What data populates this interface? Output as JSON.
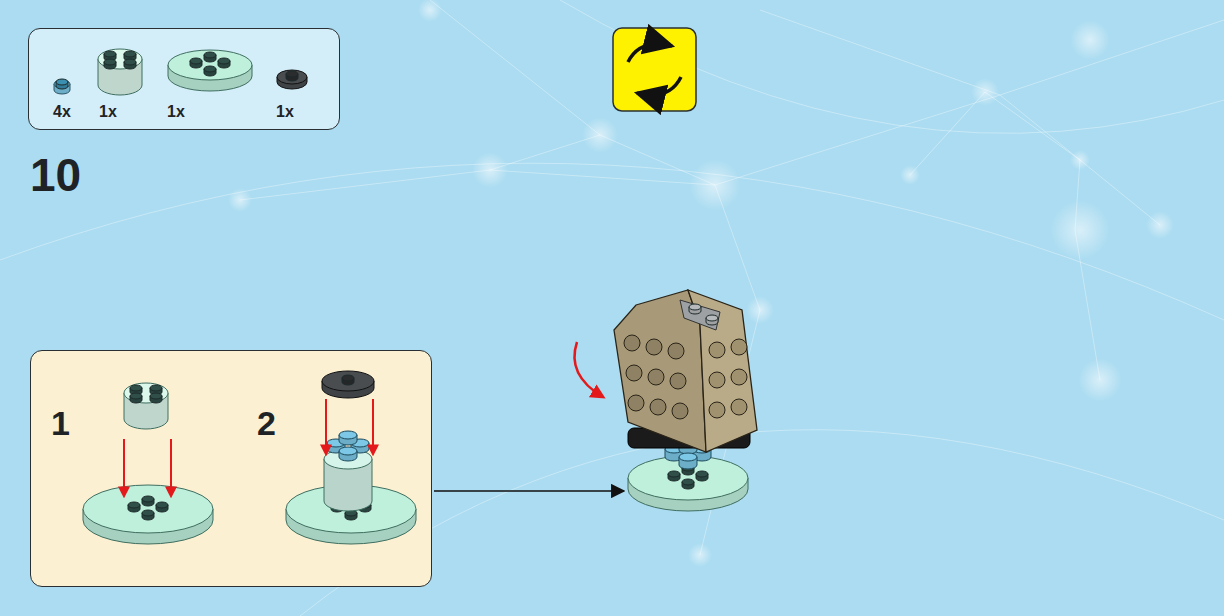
{
  "diagram": {
    "nodes": [
      {
        "text": [
          "4x",
          "1x",
          "1x",
          "1x"
        ]
      },
      {
        "text": [
          "1",
          "2"
        ]
      }
    ],
    "labels": [
      "10"
    ]
  }
}
